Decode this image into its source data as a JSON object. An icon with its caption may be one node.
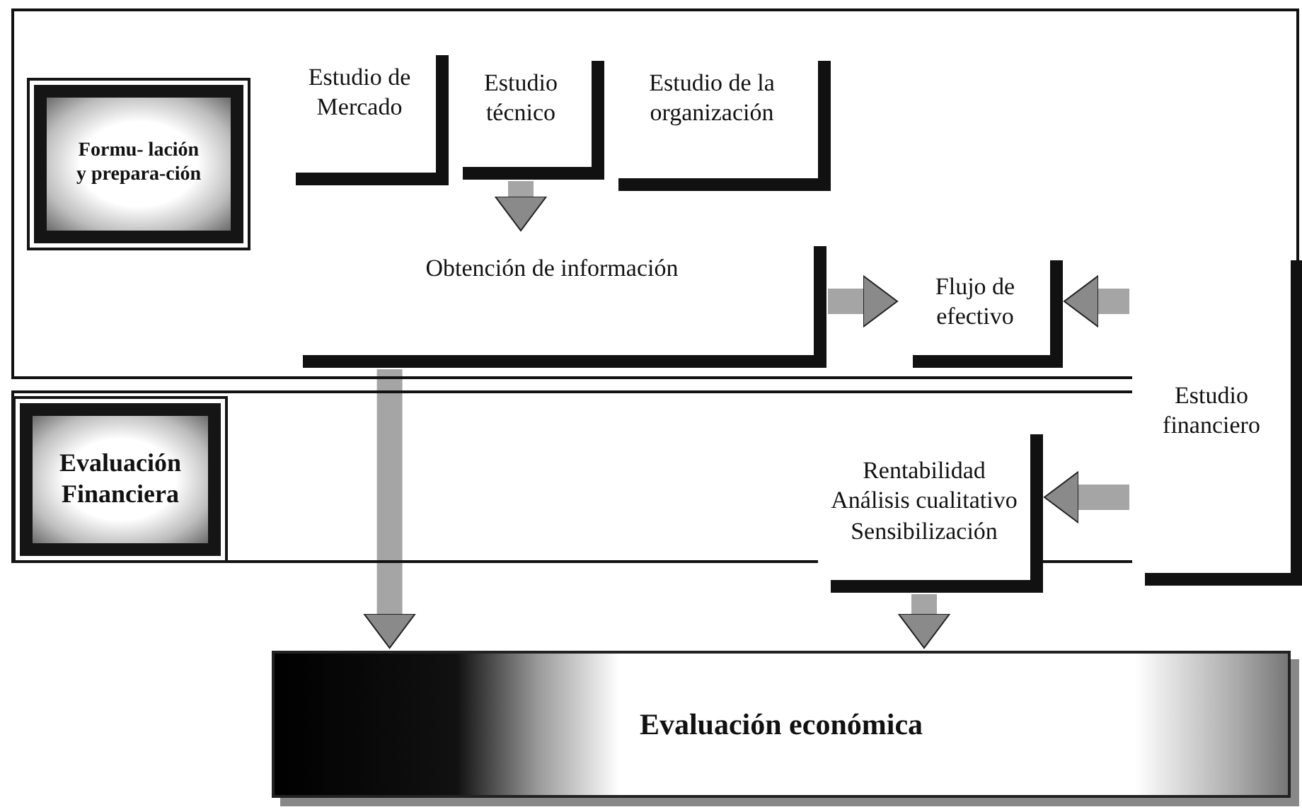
{
  "diagram": {
    "nodes": [
      {
        "text": [],
        "shape": "box"
      },
      {
        "text": [
          "Formu- lación y prepara-ción"
        ],
        "in": 0
      },
      {
        "text": [
          "Estudio de Mercado"
        ],
        "in": 0
      },
      {
        "text": [
          "Estudio técnico"
        ],
        "in": 0
      },
      {
        "text": [
          "Estudio de la organización"
        ],
        "in": 0
      },
      {
        "text": [
          "Obtención de información"
        ],
        "in": 0
      },
      {
        "text": [
          "Flujo de efectivo"
        ],
        "in": 0
      },
      {
        "text": [
          "Estudio financiero"
        ]
      },
      {
        "text": [],
        "shape": "box"
      },
      {
        "text": [
          "Evaluación Financiera"
        ],
        "in": 8
      },
      {
        "text": [
          "Rentabilidad Análisis cualitativo Sensibilización"
        ],
        "in": 8
      },
      {
        "text": [
          "Evaluación económica"
        ]
      }
    ],
    "edges": [
      {
        "from": 3,
        "to": 5,
        "arrow": "to"
      },
      {
        "from": 5,
        "to": 6,
        "arrow": "to"
      },
      {
        "from": 7,
        "to": 6,
        "arrow": "to"
      },
      {
        "from": 7,
        "to": 10,
        "arrow": "to"
      },
      {
        "from": 5,
        "to": 11,
        "arrow": "to"
      },
      {
        "from": 10,
        "to": 11,
        "arrow": "to"
      }
    ]
  }
}
